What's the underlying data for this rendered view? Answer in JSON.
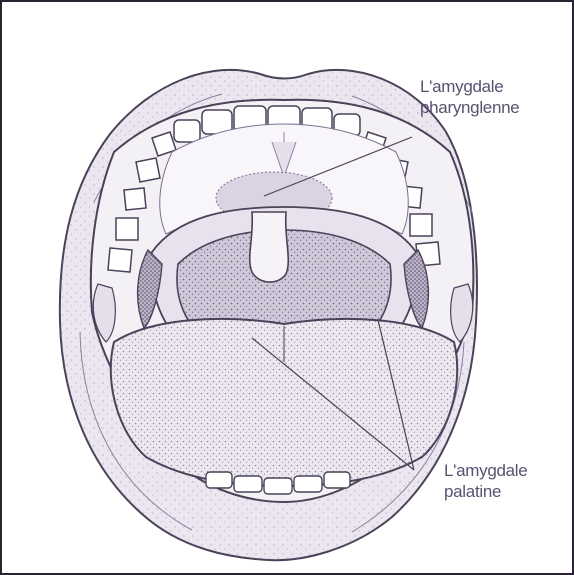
{
  "labels": {
    "pharyngeal": {
      "line1": "L'amygdale",
      "line2": "pharynglenne"
    },
    "palatine": {
      "line1": "L'amygdale",
      "line2": "palatine"
    }
  },
  "colors": {
    "ink": "#5a5170",
    "soft_tissue": "#e9e4ee",
    "tongue": "#ece8f0",
    "throat": "#cfc8d8",
    "frame": "#2a2432"
  }
}
